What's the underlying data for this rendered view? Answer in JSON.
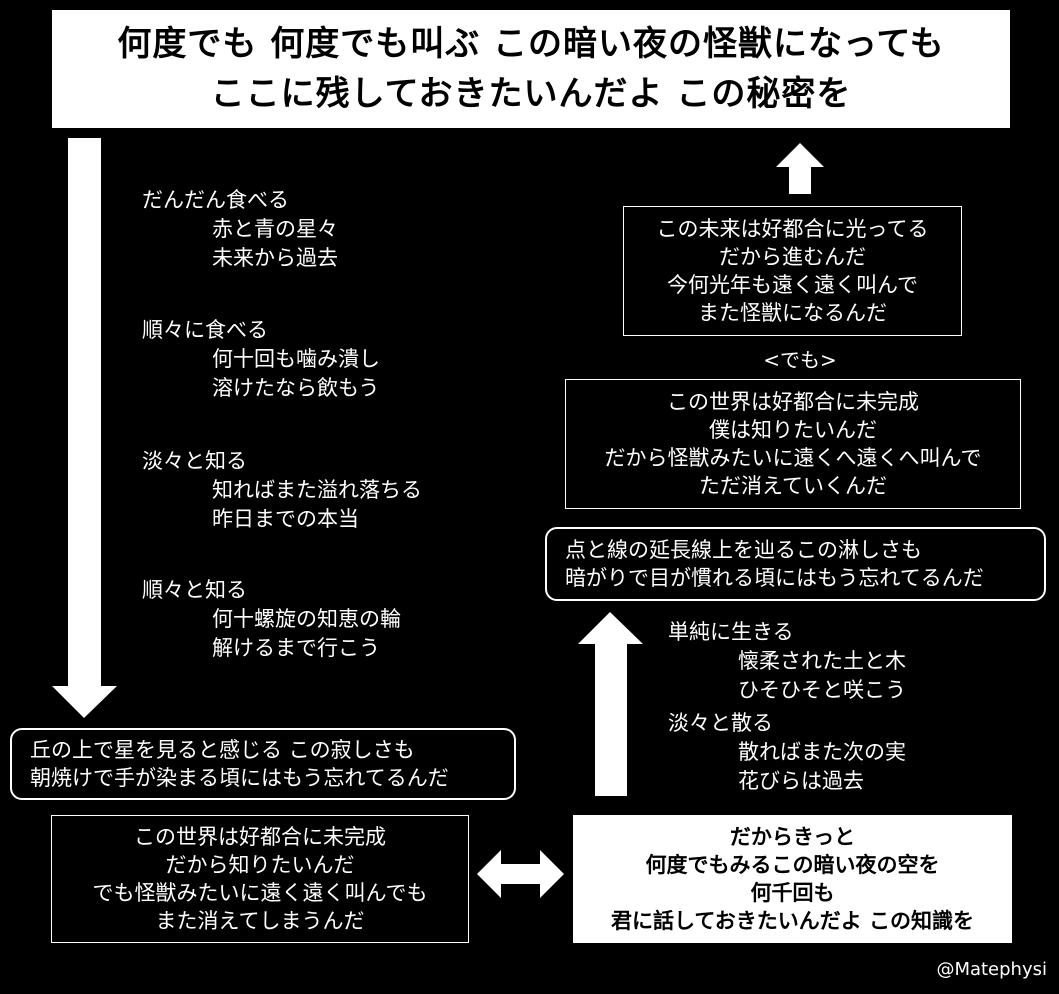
{
  "title": {
    "line1": "何度でも 何度でも叫ぶ この暗い夜の怪獣になっても",
    "line2": "ここに残しておきたいんだよ この秘密を"
  },
  "left_column": {
    "groups": [
      {
        "head": "だんだん食べる",
        "lines": [
          "赤と青の星々",
          "未来から過去"
        ]
      },
      {
        "head": "順々に食べる",
        "lines": [
          "何十回も噛み潰し",
          "溶けたなら飲もう"
        ]
      },
      {
        "head": "淡々と知る",
        "lines": [
          "知ればまた溢れ落ちる",
          "昨日までの本当"
        ]
      },
      {
        "head": "順々と知る",
        "lines": [
          "何十螺旋の知恵の輪",
          "解けるまで行こう"
        ]
      }
    ]
  },
  "left_rounded_box": {
    "lines": [
      "丘の上で星を見ると感じる この寂しさも",
      "朝焼けで手が染まる頃にはもう忘れてるんだ"
    ]
  },
  "bottom_left_box": {
    "lines": [
      "この世界は好都合に未完成",
      "だから知りたいんだ",
      "でも怪獣みたいに遠く遠く叫んでも",
      "また消えてしまうんだ"
    ]
  },
  "bottom_right_box": {
    "lines": [
      "だからきっと",
      "何度でもみるこの暗い夜の空を",
      "何千回も",
      "君に話しておきたいんだよ この知識を"
    ]
  },
  "right_middle_column": {
    "groups": [
      {
        "head": "単純に生きる",
        "lines": [
          "懐柔された土と木",
          "ひそひそと咲こう"
        ]
      },
      {
        "head": "淡々と散る",
        "lines": [
          "散ればまた次の実",
          "花びらは過去"
        ]
      }
    ]
  },
  "right_rounded_box": {
    "lines": [
      "点と線の延長線上を辿るこの淋しさも",
      "暗がりで目が慣れる頃にはもう忘れてるんだ"
    ]
  },
  "right_box_2": {
    "lines": [
      "この世界は好都合に未完成",
      "僕は知りたいんだ",
      "だから怪獣みたいに遠くへ遠くへ叫んで",
      "ただ消えていくんだ"
    ]
  },
  "connector_label": "<でも>",
  "right_box_1": {
    "lines": [
      "この未来は好都合に光ってる",
      "だから進むんだ",
      "今何光年も遠く遠く叫んで",
      "また怪獣になるんだ"
    ]
  },
  "credit": "@Matephysi",
  "colors": {
    "background": "#000000",
    "foreground": "#ffffff"
  }
}
